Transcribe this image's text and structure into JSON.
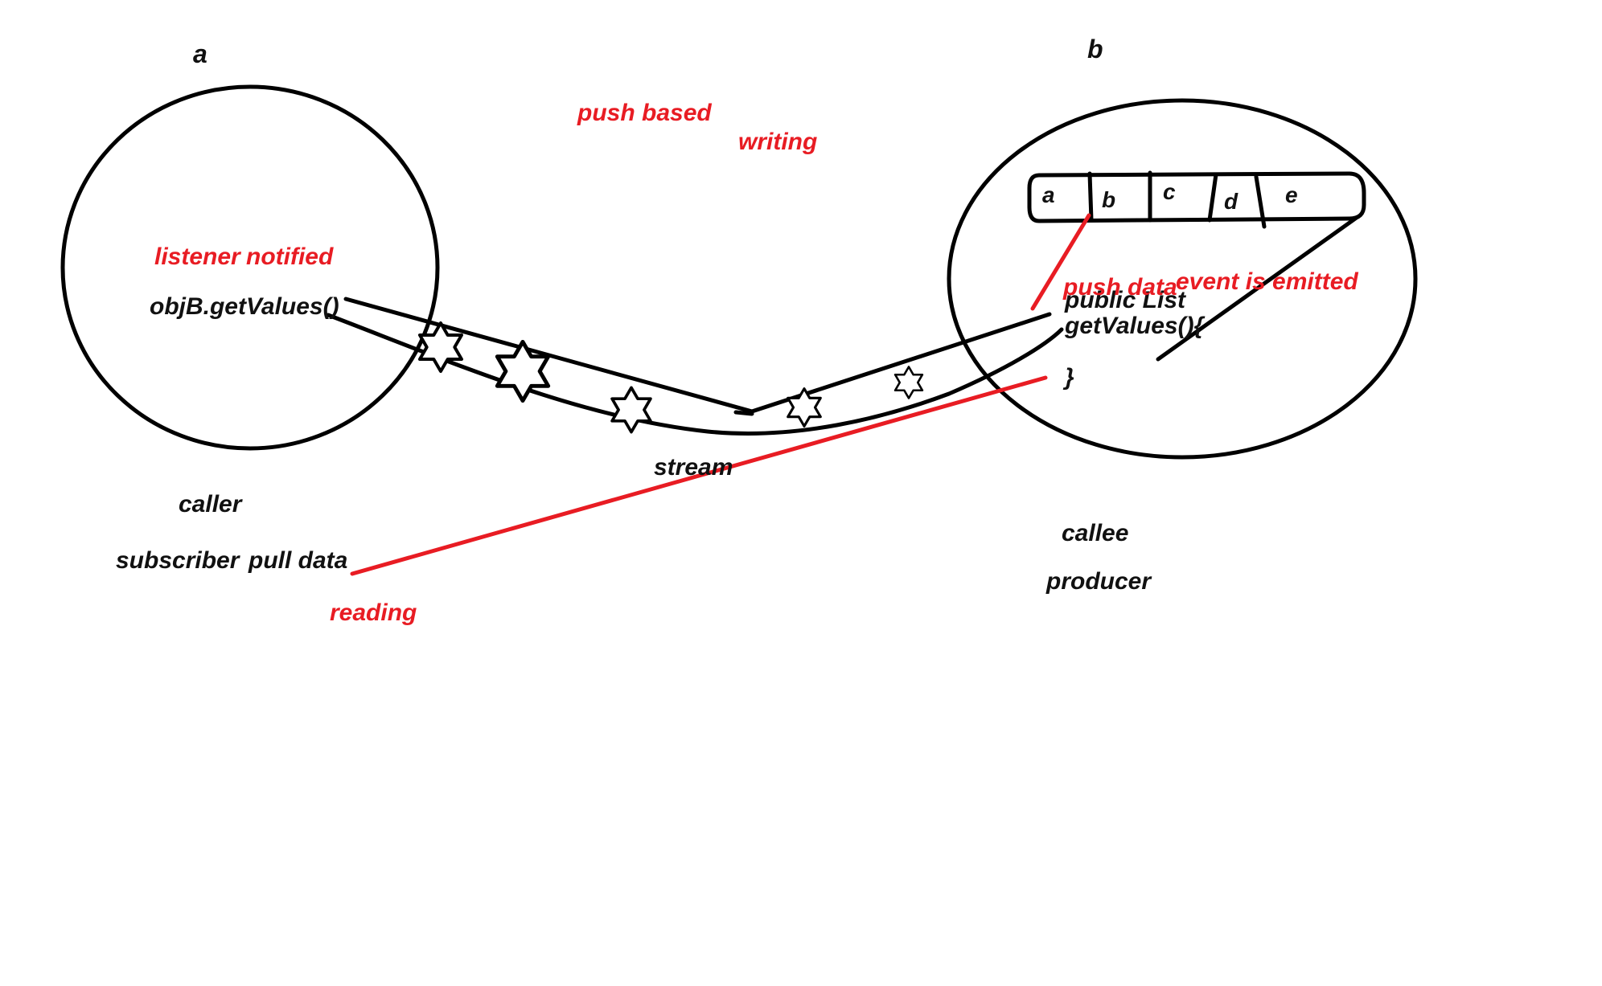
{
  "circle_a": {
    "title": "a",
    "listener": "listener",
    "notified": "notified",
    "call": "objB.getValues()",
    "caller": "caller",
    "subscriber": "subscriber",
    "pull_data": "pull data",
    "reading": "reading"
  },
  "circle_b": {
    "title": "b",
    "buffer_cells": [
      "a",
      "b",
      "c",
      "d",
      "e"
    ],
    "code_line1": "public List",
    "code_line2": "getValues(){",
    "code_close": "}",
    "push_data": "push data",
    "event_emitted": "event is emitted",
    "callee": "callee",
    "producer": "producer"
  },
  "middle": {
    "push_based": "push based",
    "writing": "writing",
    "stream": "stream"
  },
  "colors": {
    "ink": "#111111",
    "annotation": "#e81c23"
  },
  "icons": [
    "star-of-david-icon"
  ]
}
